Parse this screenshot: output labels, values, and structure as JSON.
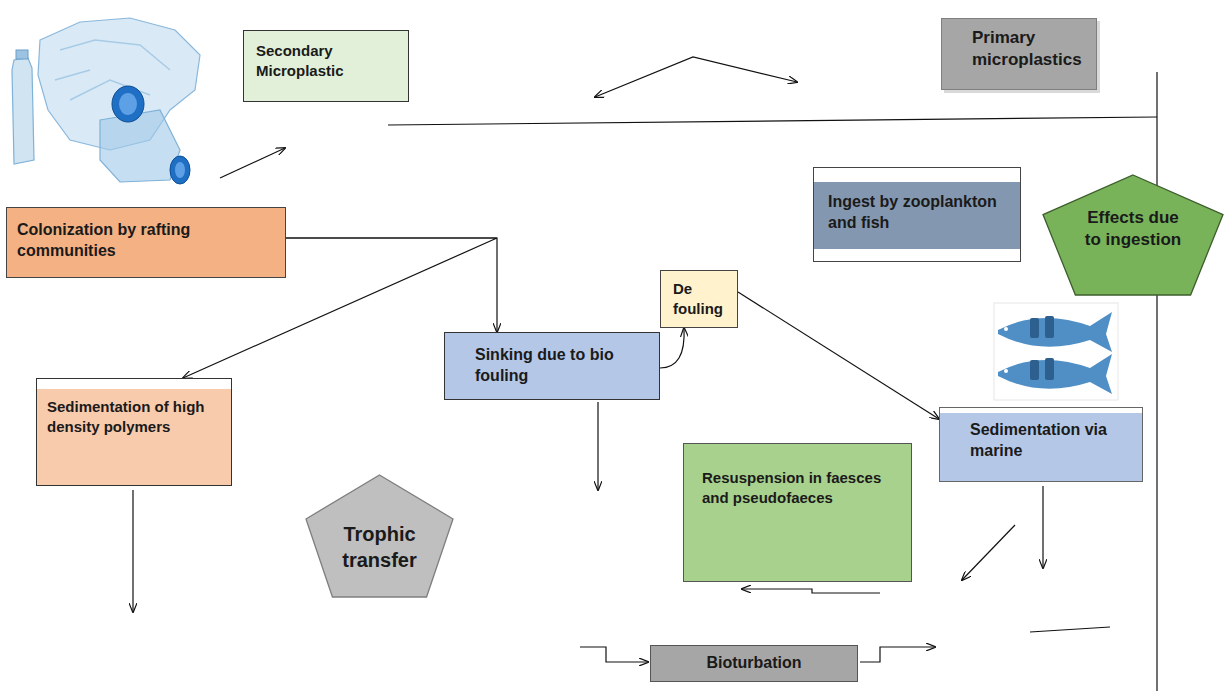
{
  "diagram": {
    "nodes": [
      {
        "text": [
          "Secondary Microplastic"
        ]
      },
      {
        "text": [
          "Primary microplastics"
        ]
      },
      {
        "text": [
          "Colonization by rafting communities"
        ]
      },
      {
        "text": [
          "Ingest by zooplankton and fish"
        ]
      },
      {
        "text": [
          "Effects due to ingestion"
        ]
      },
      {
        "text": [
          "De fouling"
        ]
      },
      {
        "text": [
          "Sinking due to bio fouling"
        ]
      },
      {
        "text": [
          "Sedimentation of high density polymers"
        ]
      },
      {
        "text": [
          "Sedimentation via marine"
        ]
      },
      {
        "text": [
          "Trophic transfer"
        ]
      },
      {
        "text": [
          "Resuspension in faesces and pseudofaeces"
        ]
      },
      {
        "text": [
          "Bioturbation"
        ]
      }
    ],
    "edges": [
      {
        "from": 2,
        "to": 7,
        "arrow": "to"
      },
      {
        "from": 2,
        "to": 6,
        "arrow": "to"
      },
      {
        "from": 6,
        "to": 5,
        "arrow": "to"
      },
      {
        "from": 5,
        "to": 8,
        "arrow": "to"
      }
    ]
  }
}
